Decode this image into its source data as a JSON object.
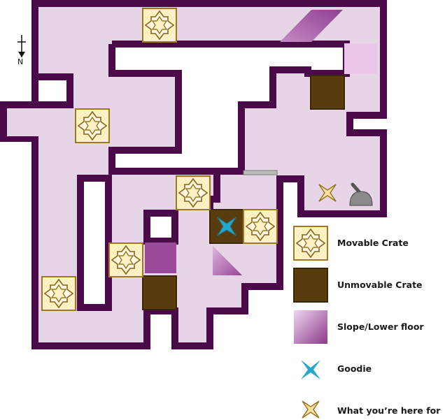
{
  "compass": {
    "letter": "N",
    "icon": "north-arrow-icon"
  },
  "colors": {
    "wall": "#4a0a4a",
    "floor": "#e6d5e6",
    "crate_fill": "#fff1c4",
    "crate_line": "#a07820",
    "fixed_crate": "#5a3d0e",
    "slope_light": "#efd0ef",
    "slope_dark": "#8f3f8f",
    "goodie": "#27a8c8",
    "target_fill": "#f6dfa3",
    "target_line": "#9a7420"
  },
  "legend": {
    "movable_crate": "Movable Crate",
    "unmovable_crate": "Unmovable Crate",
    "slope": "Slope/Lower floor",
    "goodie": "Goodie",
    "target": "What you’re here for"
  },
  "map_icons": [
    "movable-crate-icon",
    "unmovable-crate-icon",
    "slope-icon",
    "goodie-icon",
    "target-star-icon",
    "lever-icon"
  ]
}
